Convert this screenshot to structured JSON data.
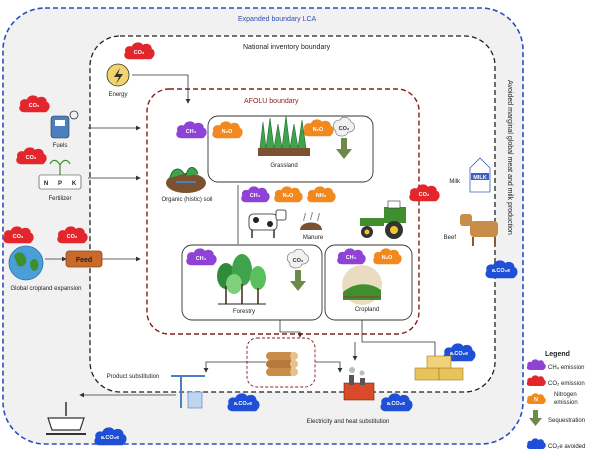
{
  "boundaries": {
    "expanded": "Expanded boundary LCA",
    "national": "National inventory boundary",
    "afolu": "AFOLU boundary",
    "avoided": "Avoided marginal global meat and milk production"
  },
  "inputs": {
    "energy": "Energy",
    "fuels": "Fuels",
    "fertilizer": "Fertilizer",
    "fertilizer_letters": [
      "N",
      "P",
      "K"
    ],
    "global_cropland": "Global cropland expansion",
    "feed": "Feed"
  },
  "land": {
    "organic_soil": "Organic (histic) soil",
    "grassland": "Grassland",
    "manure": "Manure",
    "forestry": "Forestry",
    "cropland": "Cropland"
  },
  "outputs": {
    "milk": "Milk",
    "milk_carton": "MILK",
    "beef": "Beef",
    "product_substitution": "Product substitution",
    "electricity_heat": "Electricity and heat substitution"
  },
  "gases": {
    "co2": "CO₂",
    "ch4": "CH₄",
    "n2o": "N₂O",
    "nh3": "NH₃",
    "co2e_avoided": "a.CO₂e",
    "n_short": "N"
  },
  "legend": {
    "title": "Legend",
    "ch4": "CH₄ emission",
    "co2": "CO₂ emission",
    "nitrogen": [
      "Nitrogen",
      "emission"
    ],
    "sequestration": "Sequestration",
    "co2e_avoided": "CO₂e avoided"
  },
  "colors": {
    "co2_cloud": "#e3262b",
    "ch4_cloud": "#8e43d6",
    "n2o_cloud": "#f2891e",
    "avoided_cloud": "#1f4fd6",
    "sequestration_arrow": "#6e8a4a",
    "expanded_border": "#2a4fbf",
    "afolu_border": "#8b1d1d"
  }
}
